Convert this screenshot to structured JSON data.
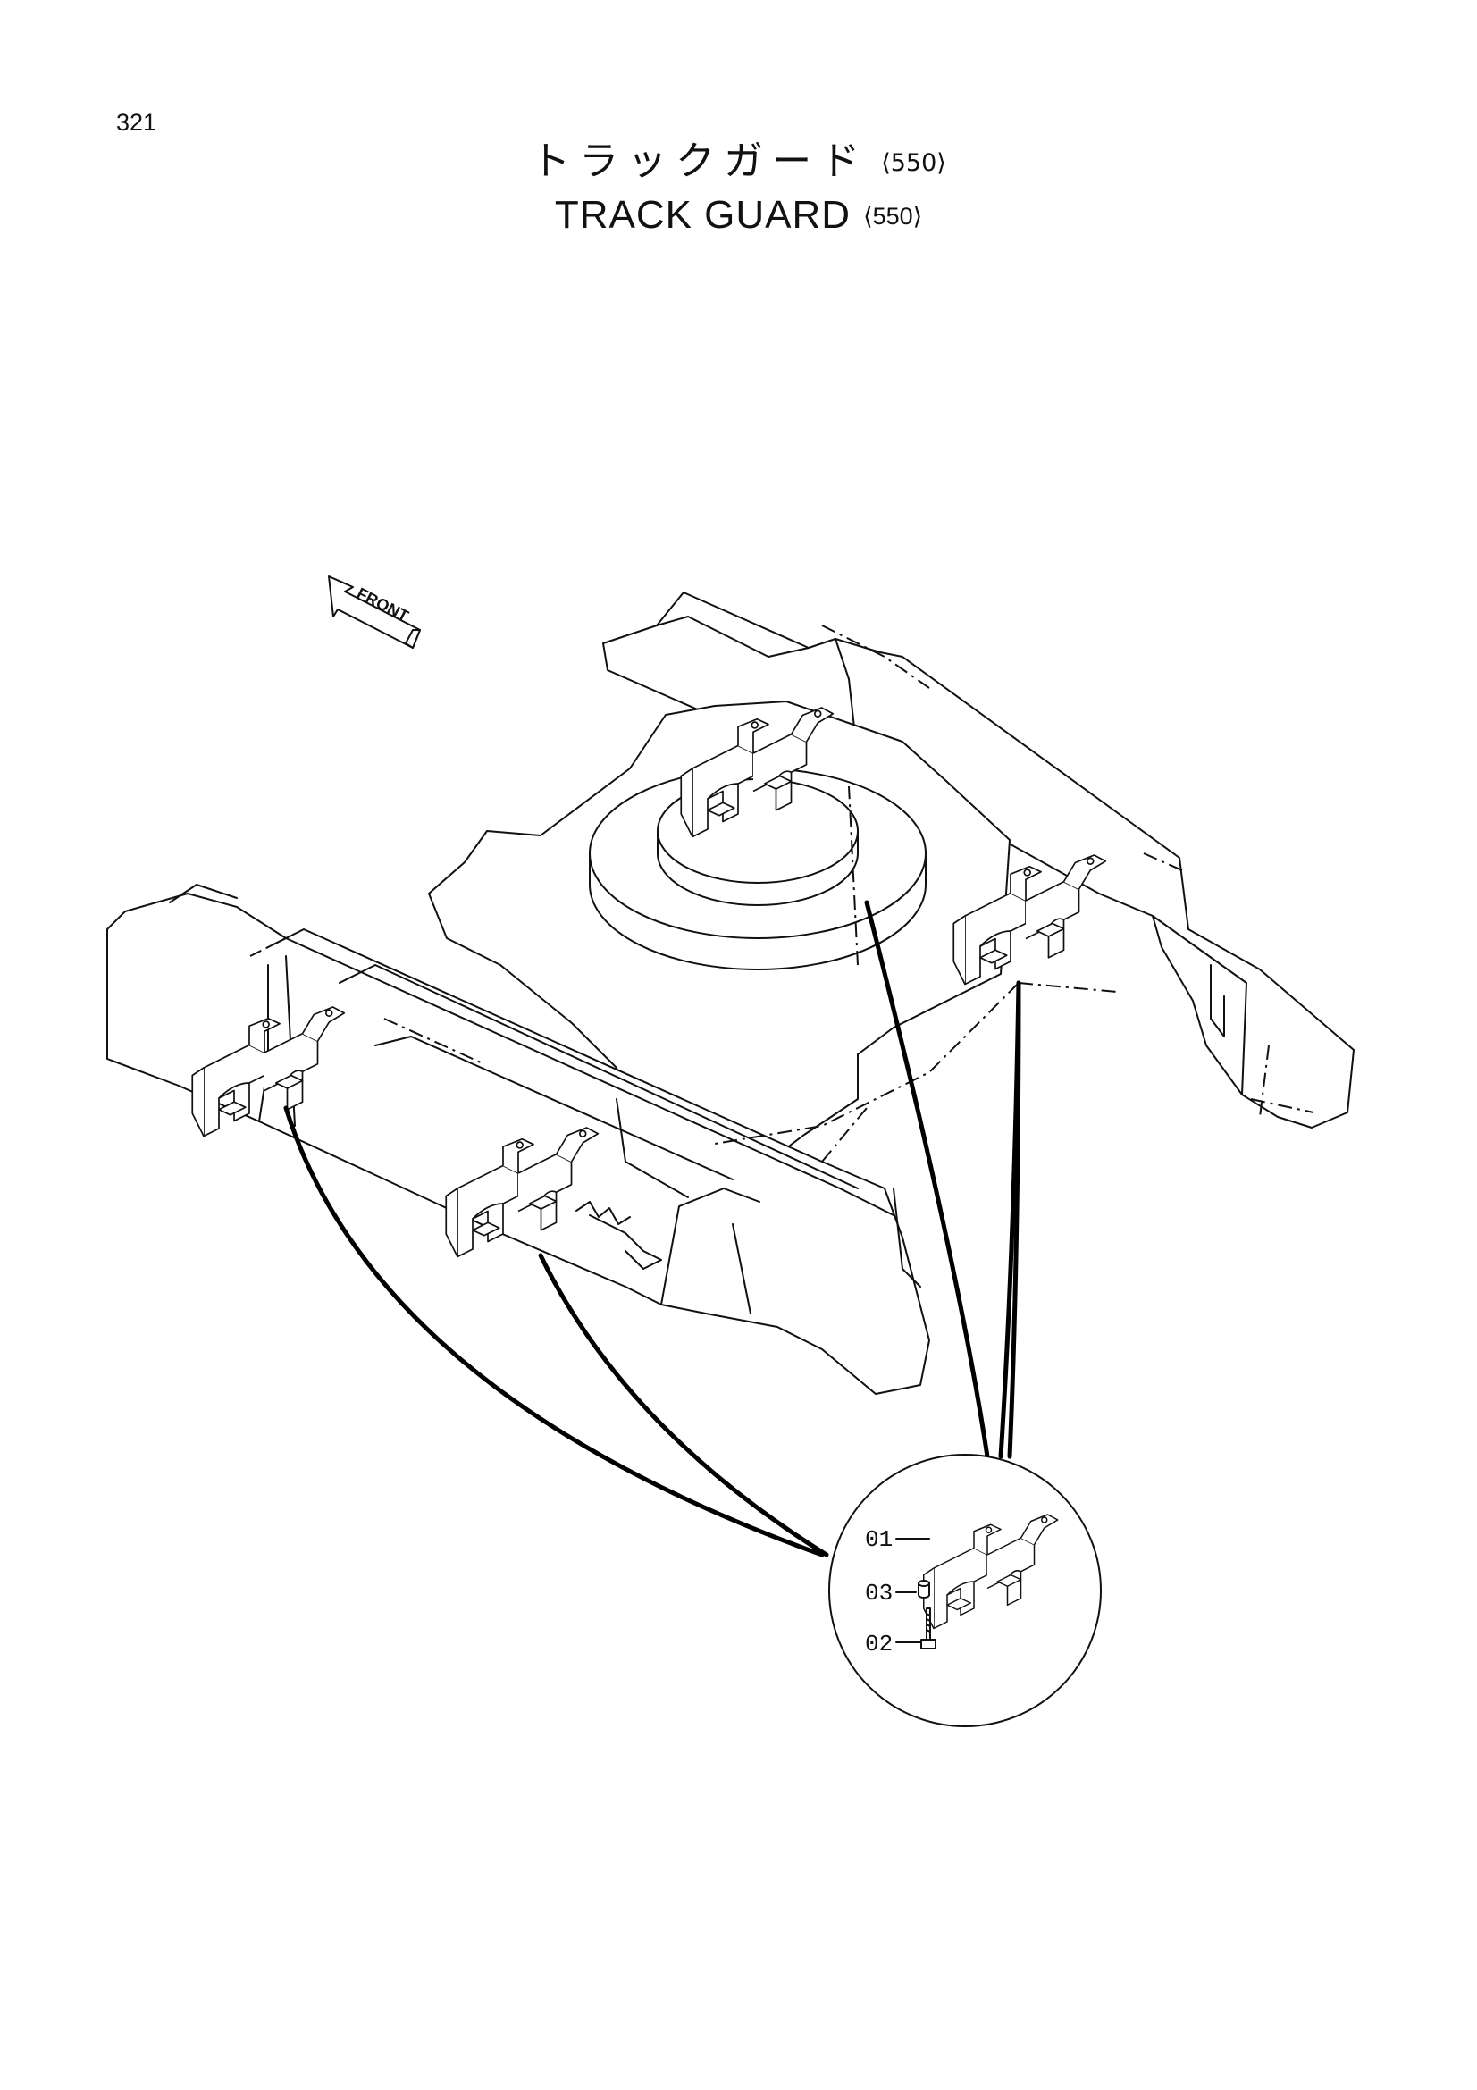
{
  "page_number": "321",
  "title": {
    "japanese": "トラックガード",
    "english": "TRACK GUARD",
    "code": "⟨550⟩"
  },
  "direction_label": "FRONT",
  "parts": [
    {
      "callout": "01"
    },
    {
      "callout": "03"
    },
    {
      "callout": "02"
    }
  ]
}
